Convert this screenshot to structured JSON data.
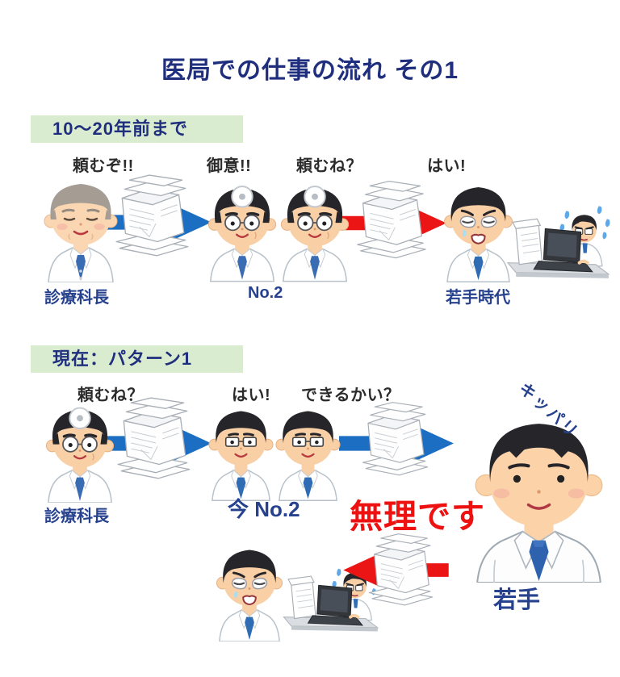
{
  "title": "医局での仕事の流れ その1",
  "colors": {
    "title_navy": "#1f2e7d",
    "label_navy": "#26418e",
    "section_bg": "#daecd0",
    "speech_dark": "#2b2b2b",
    "arrow_blue": "#1b6ec2",
    "arrow_red": "#ec1515",
    "refusal_red": "#ee1111"
  },
  "past": {
    "header": "10～20年前まで",
    "speech_chief": "頼むぞ!!",
    "speech_no2_reply": "御意!!",
    "speech_no2_request": "頼むね？",
    "speech_young_reply": "はい!",
    "role_chief": "診療科長",
    "role_no2": "No.2",
    "role_young": "若手時代"
  },
  "present": {
    "header": "現在：パターン1",
    "speech_chief": "頼むね？",
    "speech_no2_reply": "はい!",
    "speech_no2_request": "できるかい？",
    "role_chief": "診療科長",
    "role_no2": "今 No.2",
    "role_young": "若手",
    "refusal": "無理です",
    "refusal_note": "キッパリ"
  },
  "illustrations": {
    "chief_elder": "elderly-chief-doctor",
    "mirror_doctor": "head-mirror-doctor",
    "young_glasses": "young-doctor-glasses",
    "young_sad": "young-doctor-sad",
    "overworked": "overworked-doctor-at-laptop",
    "young_big": "young-doctor-confident",
    "papers": "paper-stack",
    "arrow": "task-arrow"
  }
}
